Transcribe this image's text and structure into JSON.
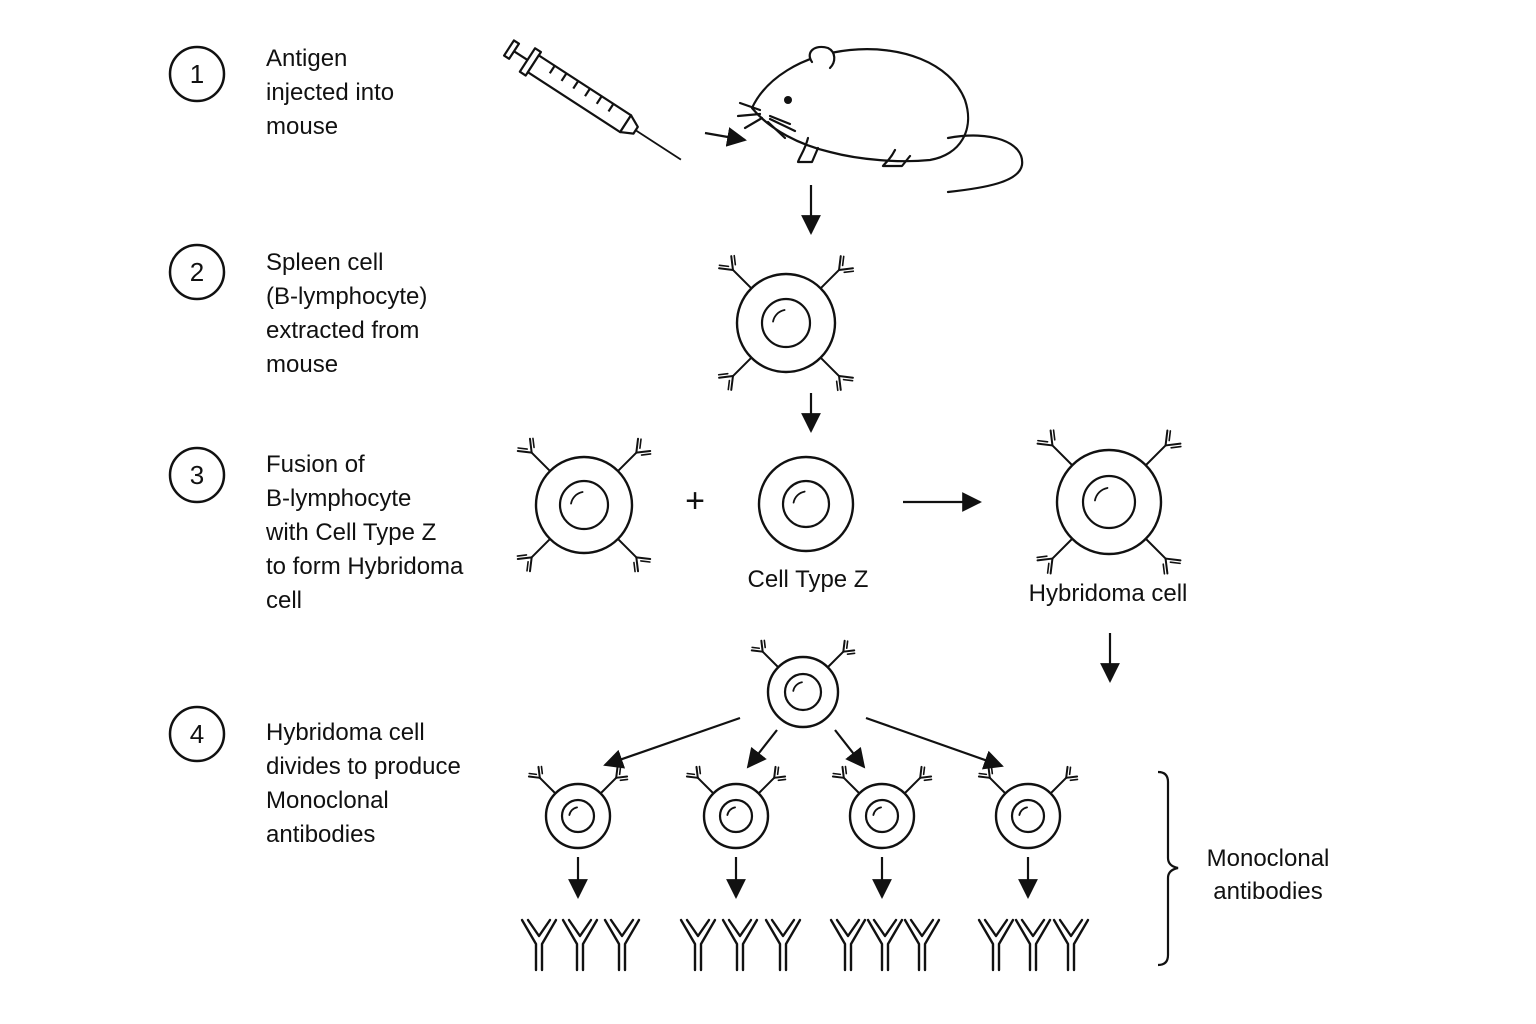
{
  "steps": [
    {
      "number": "1",
      "lines": [
        "Antigen",
        "injected into",
        "mouse"
      ]
    },
    {
      "number": "2",
      "lines": [
        "Spleen cell",
        "(B-lymphocyte)",
        "extracted from",
        "mouse"
      ]
    },
    {
      "number": "3",
      "lines": [
        "Fusion of",
        "B-lymphocyte",
        "with Cell Type Z",
        "to form Hybridoma",
        "cell"
      ]
    },
    {
      "number": "4",
      "lines": [
        "Hybridoma cell",
        "divides to produce",
        "Monoclonal",
        "antibodies"
      ]
    }
  ],
  "labels": {
    "plus": "+",
    "cell_type_z": "Cell Type Z",
    "hybridoma_cell": "Hybridoma cell",
    "monoclonal_line1": "Monoclonal",
    "monoclonal_line2": "antibodies"
  },
  "colors": {
    "stroke": "#111111",
    "background": "#ffffff"
  }
}
